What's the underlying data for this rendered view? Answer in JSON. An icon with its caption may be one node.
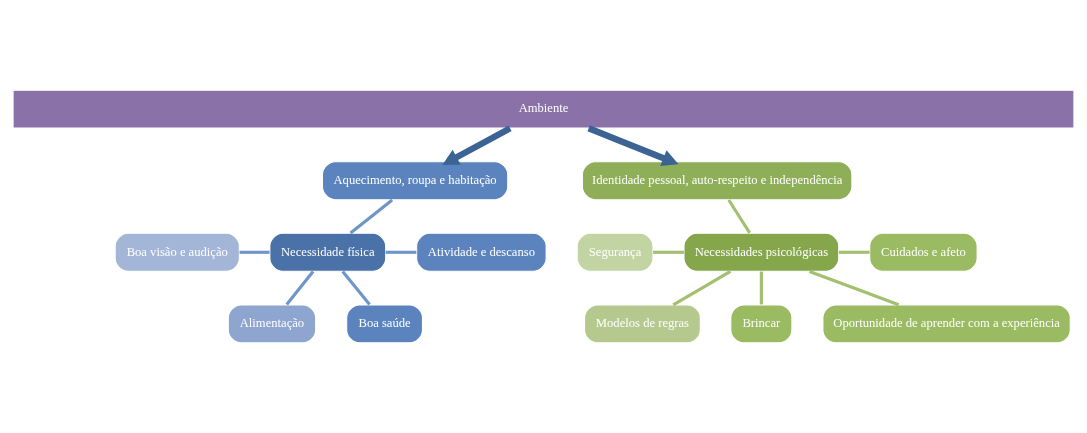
{
  "diagram": {
    "nodes": [
      {
        "text": [
          "Ambiente"
        ]
      },
      {
        "text": [
          "Aquecimento, roupa e habitação"
        ]
      },
      {
        "text": [
          "Boa visão e audição"
        ]
      },
      {
        "text": [
          "Atividade e descanso"
        ]
      },
      {
        "text": [
          "Necessidade física"
        ]
      },
      {
        "text": [
          "Alimentação"
        ]
      },
      {
        "text": [
          "Boa saúde"
        ]
      },
      {
        "text": [
          "Identidade pessoal, auto-respeito e independência"
        ]
      },
      {
        "text": [
          "Segurança"
        ]
      },
      {
        "text": [
          "Cuidados e afeto"
        ]
      },
      {
        "text": [
          "Necessidades psicológicas"
        ]
      },
      {
        "text": [
          "Modelos de regras"
        ]
      },
      {
        "text": [
          "Brincar"
        ]
      },
      {
        "text": [
          "Oportunidade de aprender com a experiência"
        ]
      }
    ],
    "edges": [
      {
        "from": 0,
        "to": 1,
        "arrow": "to",
        "style": "thick",
        "color": "#3b6394"
      },
      {
        "from": 0,
        "to": 7,
        "arrow": "to",
        "style": "thick",
        "color": "#3b6394"
      },
      {
        "from": 1,
        "to": 4,
        "arrow": "none"
      },
      {
        "from": 2,
        "to": 4,
        "arrow": "none"
      },
      {
        "from": 4,
        "to": 3,
        "arrow": "none"
      },
      {
        "from": 4,
        "to": 5,
        "arrow": "none"
      },
      {
        "from": 4,
        "to": 6,
        "arrow": "none"
      },
      {
        "from": 7,
        "to": 10,
        "arrow": "none"
      },
      {
        "from": 8,
        "to": 10,
        "arrow": "none"
      },
      {
        "from": 10,
        "to": 9,
        "arrow": "none"
      },
      {
        "from": 10,
        "to": 11,
        "arrow": "none"
      },
      {
        "from": 10,
        "to": 12,
        "arrow": "none"
      },
      {
        "from": 10,
        "to": 13,
        "arrow": "none"
      }
    ]
  }
}
